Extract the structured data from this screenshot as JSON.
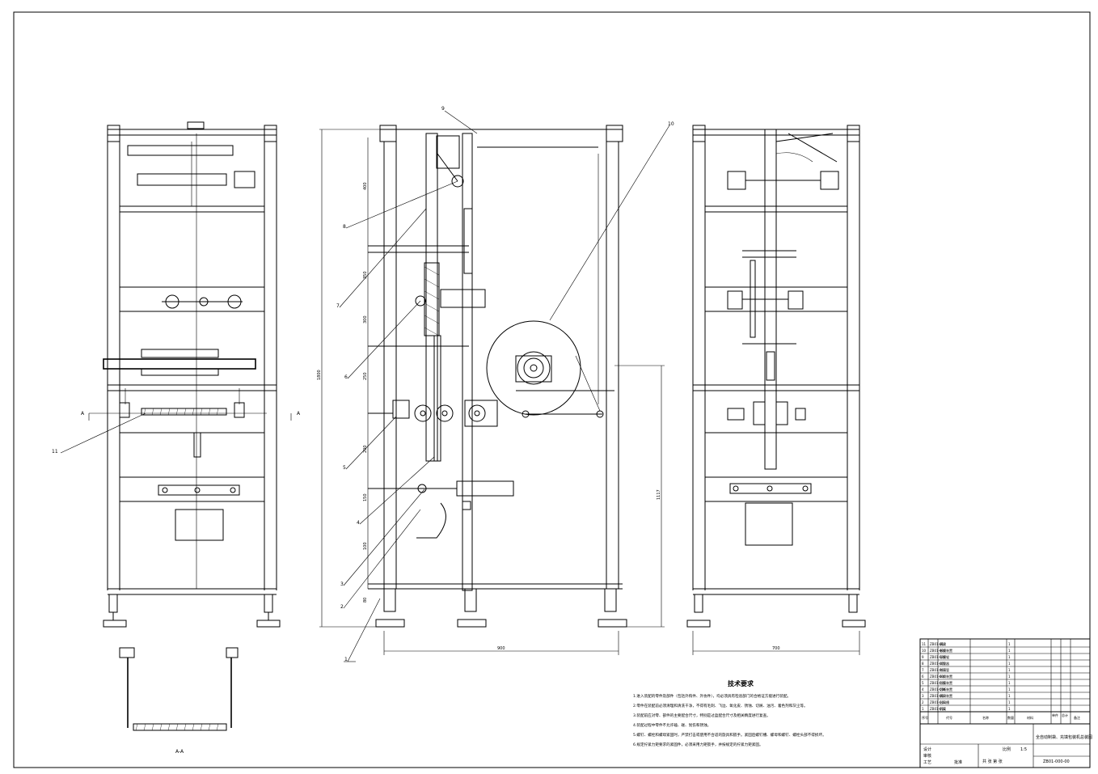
{
  "technical_requirements": {
    "title": "技术要求",
    "lines": [
      "1.进入装配的零件及部件（包括外购件、外协件），均必须具有检验部门的合格证方能进行装配。",
      "2.零件在装配前必须清理和清洗干净，不得有毛刺、飞边、氧化皮、锈蚀、切屑、油污、着色剂和灰尘等。",
      "3.装配前应对零、部件的主要配合尺寸，特别是过盈配合尺寸及相关精度进行复查。",
      "4.装配过程中零件不允许磕、碰、划伤和锈蚀。",
      "5.螺钉、螺栓和螺母紧固时，严禁打击或使用不合适的旋具和扳手。紧固后螺钉槽、螺母和螺钉、螺栓头部不得损坏。",
      "6.规定拧紧力矩要求的紧固件，必须采用力矩扳手，并按规定的拧紧力矩紧固。"
    ]
  },
  "part_numbers": [
    "1",
    "2",
    "3",
    "4",
    "5",
    "6",
    "7",
    "8",
    "9",
    "10",
    "11"
  ],
  "section_label": "A-A",
  "section_marks": [
    "A",
    "A"
  ],
  "dimensions": {
    "total_height": "1800",
    "front_width": "900",
    "side_width": "700",
    "right_height": "1117",
    "stack": [
      "400",
      "350",
      "300",
      "250",
      "200",
      "150",
      "100",
      "80"
    ]
  },
  "bom": {
    "headers": [
      "序号",
      "代号",
      "名称",
      "数量",
      "材料",
      "单件",
      "总计",
      "备注"
    ],
    "rows": [
      [
        "11",
        "ZB01-011",
        "横封",
        "1"
      ],
      [
        "10",
        "ZB01-010",
        "卷膜装置",
        "1"
      ],
      [
        "9",
        "ZB01-009",
        "导膜辊",
        "1"
      ],
      [
        "8",
        "ZB01-008",
        "成型器",
        "1"
      ],
      [
        "7",
        "ZB01-007",
        "充填管",
        "1"
      ],
      [
        "6",
        "ZB01-006",
        "纵封装置",
        "1"
      ],
      [
        "5",
        "ZB01-005",
        "拉膜装置",
        "1"
      ],
      [
        "4",
        "ZB01-004",
        "切断装置",
        "1"
      ],
      [
        "3",
        "ZB01-003",
        "横封装置",
        "1"
      ],
      [
        "2",
        "ZB01-002",
        "出料槽",
        "1"
      ],
      [
        "1",
        "ZB01-001",
        "机架",
        "1"
      ]
    ]
  },
  "title_block": {
    "drawing_title": "全自动制袋、充填包装机总装图",
    "drawing_number": "ZB01-000-00",
    "scale_label": "比例",
    "scale_value": "1:5",
    "sheet_label": "共 张 第 张",
    "designer": "设计",
    "checker": "审核",
    "craft": "工艺",
    "approve": "批准"
  }
}
